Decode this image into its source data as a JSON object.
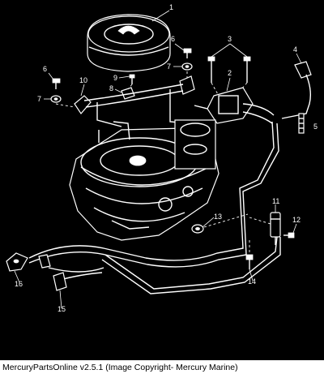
{
  "diagram": {
    "callouts": [
      {
        "id": "c1",
        "label": "1"
      },
      {
        "id": "c2",
        "label": "2"
      },
      {
        "id": "c3",
        "label": "3"
      },
      {
        "id": "c4",
        "label": "4"
      },
      {
        "id": "c5",
        "label": "5"
      },
      {
        "id": "c6a",
        "label": "6"
      },
      {
        "id": "c6b",
        "label": "6"
      },
      {
        "id": "c7a",
        "label": "7"
      },
      {
        "id": "c7b",
        "label": "7"
      },
      {
        "id": "c8",
        "label": "8"
      },
      {
        "id": "c9",
        "label": "9"
      },
      {
        "id": "c10",
        "label": "10"
      },
      {
        "id": "c11",
        "label": "11"
      },
      {
        "id": "c12",
        "label": "12"
      },
      {
        "id": "c13",
        "label": "13"
      },
      {
        "id": "c14",
        "label": "14"
      },
      {
        "id": "c15",
        "label": "15"
      },
      {
        "id": "c16",
        "label": "16"
      }
    ],
    "colors": {
      "background": "#000000",
      "lines": "#ffffff"
    }
  },
  "caption": {
    "text": "MercuryPartsOnline v2.5.1 (Image Copyright- Mercury Marine)"
  }
}
